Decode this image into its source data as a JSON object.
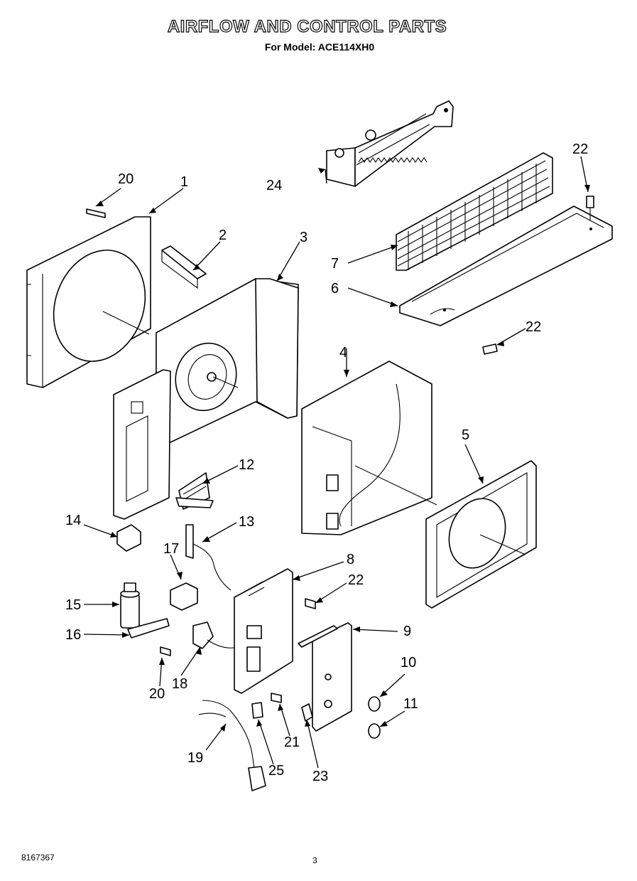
{
  "header": {
    "title": "AIRFLOW AND CONTROL PARTS",
    "subtitle": "For Model: ACE114XH0"
  },
  "footer": {
    "doc_number": "8167367",
    "page_number": "3"
  },
  "callouts": {
    "c1": "1",
    "c2": "2",
    "c3": "3",
    "c4": "4",
    "c5": "5",
    "c6": "6",
    "c7": "7",
    "c8": "8",
    "c9": "9",
    "c10": "10",
    "c11": "11",
    "c12": "12",
    "c13": "13",
    "c14": "14",
    "c15": "15",
    "c16": "16",
    "c17": "17",
    "c18": "18",
    "c19": "19",
    "c20a": "20",
    "c20b": "20",
    "c21": "21",
    "c22a": "22",
    "c22b": "22",
    "c22c": "22",
    "c23": "23",
    "c24": "24",
    "c25": "25"
  }
}
